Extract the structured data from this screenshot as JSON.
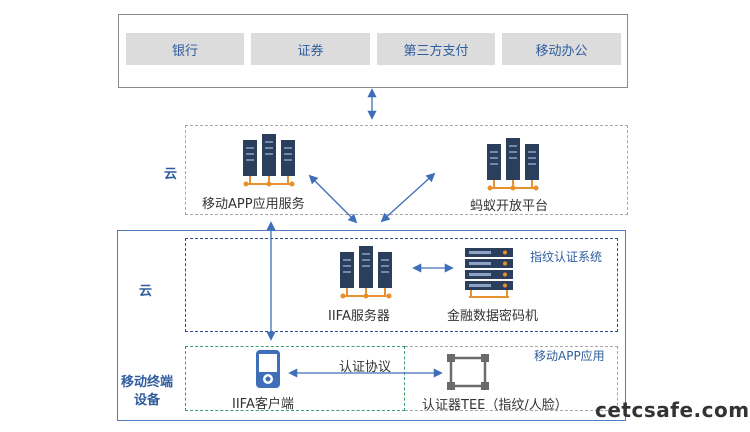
{
  "top": {
    "services": [
      "银行",
      "证券",
      "第三方支付",
      "移动办公"
    ]
  },
  "cloud_top": {
    "label": "云",
    "app_server": "移动APP应用服务",
    "ant_platform": "蚂蚁开放平台"
  },
  "terminal": {
    "label_line1": "移动终端",
    "label_line2": "设备",
    "cloud_label": "云",
    "fingerprint_system": "指纹认证系统",
    "iifa_server": "IIFA服务器",
    "crypto_machine": "金融数据密码机",
    "app_tag": "移动APP应用",
    "protocol": "认证协议",
    "iifa_client": "IIFA客户端",
    "tee": "认证器TEE（指纹/人脸）"
  },
  "watermark": "cetcsafe.com",
  "colors": {
    "accent_blue": "#2f5d9e",
    "server_dark": "#2b3f5c",
    "server_orange": "#e8902e",
    "client_green": "#3aa06a"
  }
}
